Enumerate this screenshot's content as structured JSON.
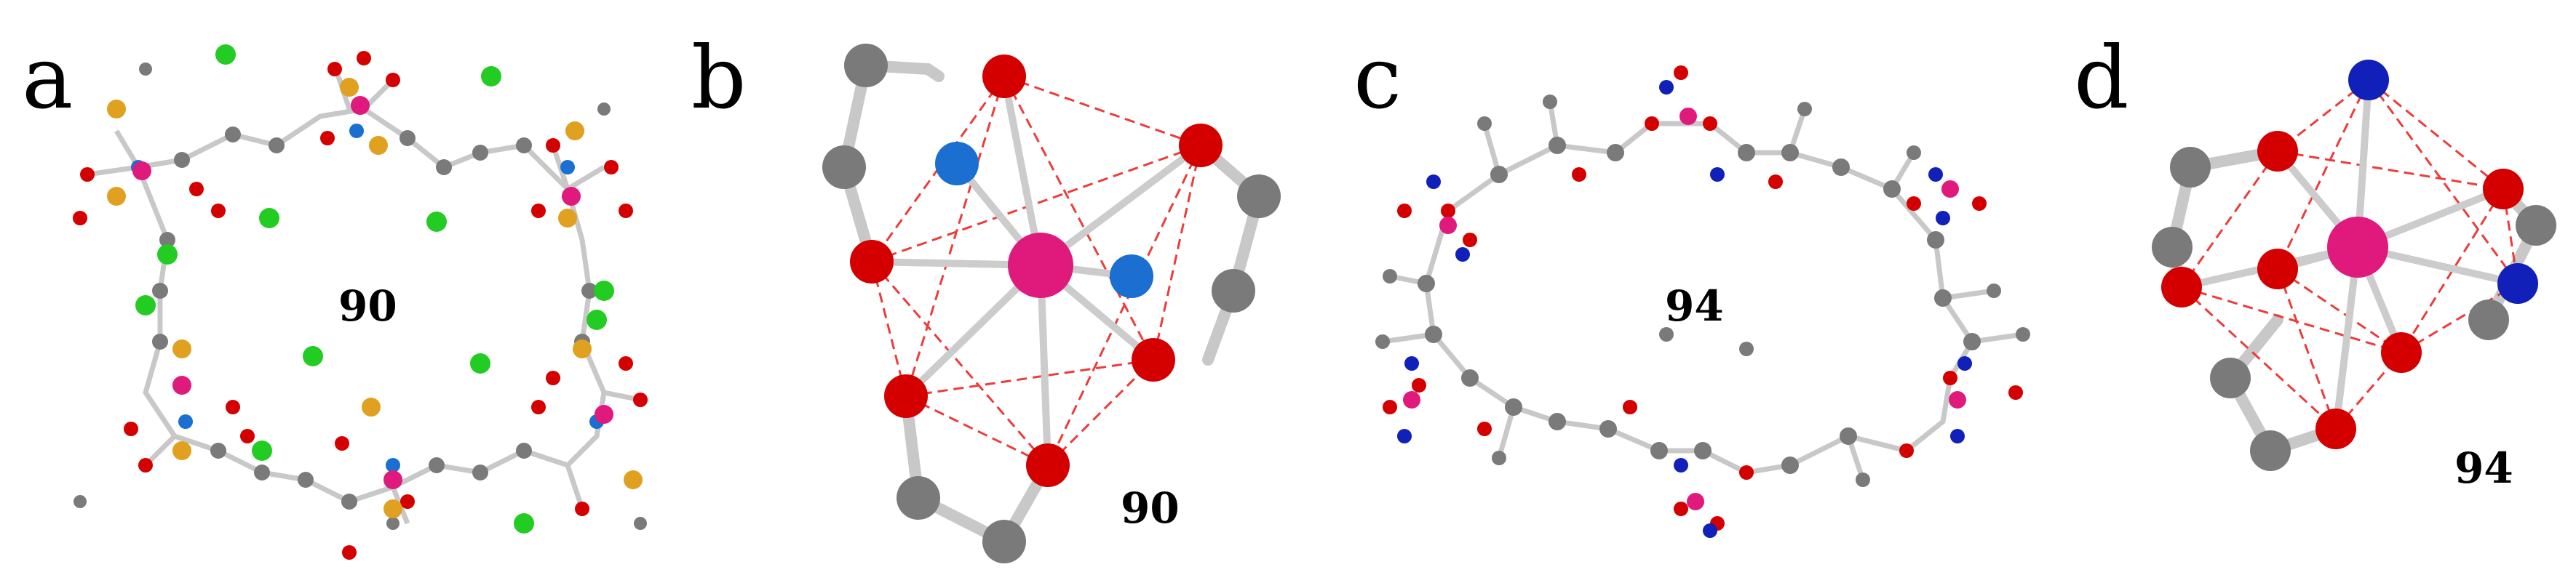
{
  "panels": [
    {
      "letter": "a",
      "compound": "90"
    },
    {
      "letter": "b",
      "compound": "90"
    },
    {
      "letter": "c",
      "compound": "94"
    },
    {
      "letter": "d",
      "compound": "94"
    }
  ],
  "colors": {
    "carbon": "#7a7a7a",
    "oxygen": "#d40000",
    "metal": "#e0197d",
    "nitrogen_blue": "#1a6fd0",
    "nitrogen_dark": "#1020b8",
    "sulfur": "#e0a020",
    "chlorine": "#22cc22",
    "bond": "#c8c8c8",
    "polyhedron_edge": "#ee3b3b"
  }
}
